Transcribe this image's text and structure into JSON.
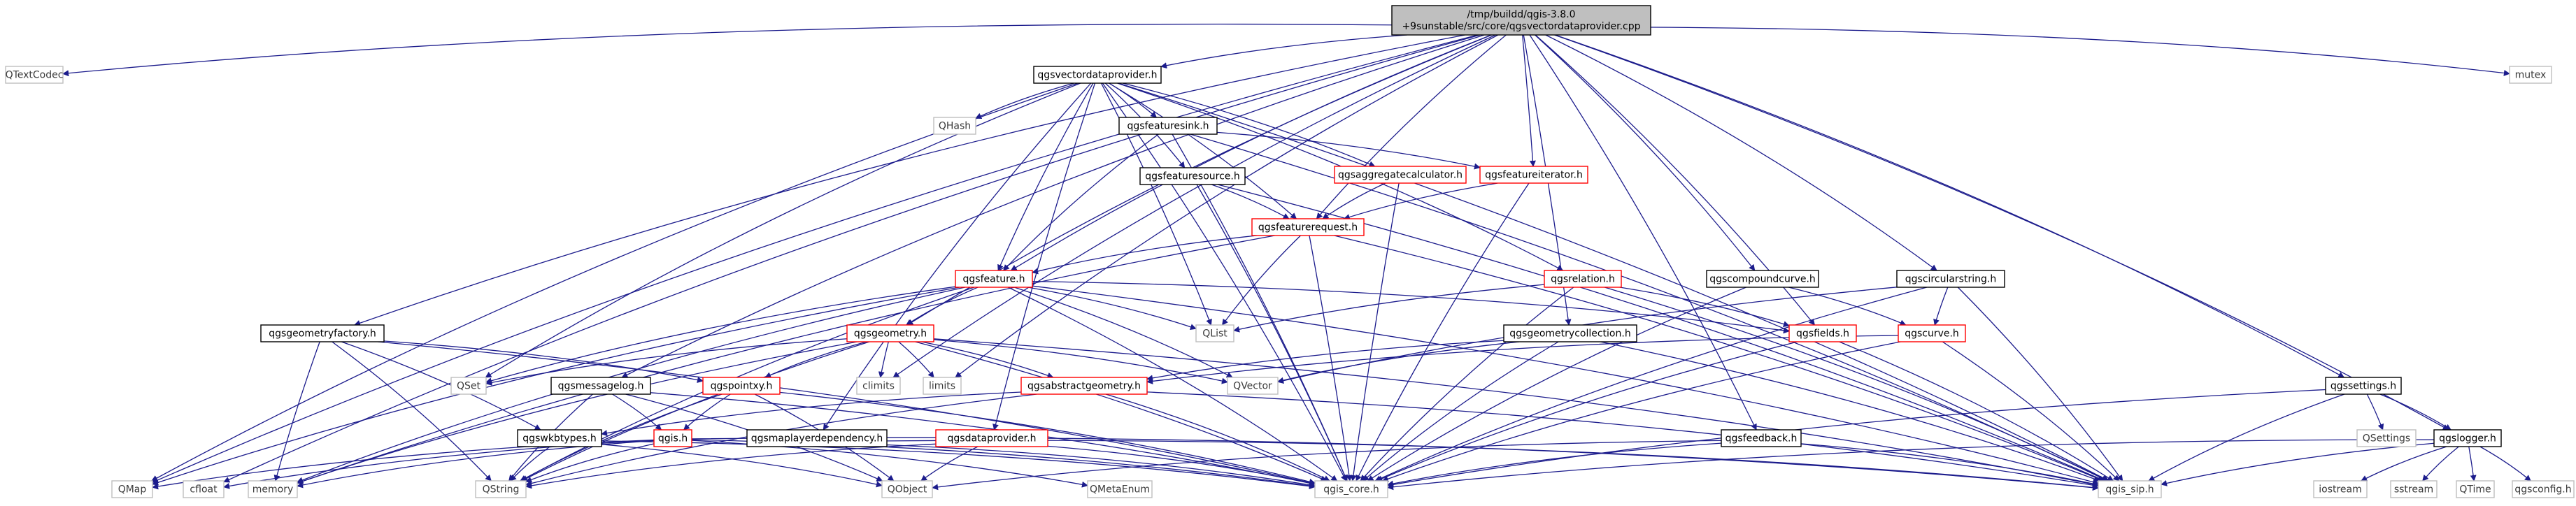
{
  "diagram": {
    "nodes": [
      {
        "id": "root",
        "lines": [
          "/tmp/buildd/qgis-3.8.0",
          "+9sunstable/src/core/qgsvectordataprovider.cpp"
        ],
        "style": "root"
      },
      {
        "id": "qtextcodec",
        "lines": [
          "QTextCodec"
        ],
        "style": "plain"
      },
      {
        "id": "mutex",
        "lines": [
          "mutex"
        ],
        "style": "plain"
      },
      {
        "id": "qgsvectordataprovider",
        "lines": [
          "qgsvectordataprovider.h"
        ],
        "style": "black"
      },
      {
        "id": "qhash",
        "lines": [
          "QHash"
        ],
        "style": "plain"
      },
      {
        "id": "qgsfeaturesink",
        "lines": [
          "qgsfeaturesink.h"
        ],
        "style": "black"
      },
      {
        "id": "qgsaggregatecalculator",
        "lines": [
          "qgsaggregatecalculator.h"
        ],
        "style": "red"
      },
      {
        "id": "qgsfeatureiterator",
        "lines": [
          "qgsfeatureiterator.h"
        ],
        "style": "red"
      },
      {
        "id": "qgsfeaturesource",
        "lines": [
          "qgsfeaturesource.h"
        ],
        "style": "black"
      },
      {
        "id": "qgsfeaturerequest",
        "lines": [
          "qgsfeaturerequest.h"
        ],
        "style": "red"
      },
      {
        "id": "qgsfeature",
        "lines": [
          "qgsfeature.h"
        ],
        "style": "red"
      },
      {
        "id": "qgsrelation",
        "lines": [
          "qgsrelation.h"
        ],
        "style": "red"
      },
      {
        "id": "qgscompoundcurve",
        "lines": [
          "qgscompoundcurve.h"
        ],
        "style": "black"
      },
      {
        "id": "qgscircularstring",
        "lines": [
          "qgscircularstring.h"
        ],
        "style": "black"
      },
      {
        "id": "qlist",
        "lines": [
          "QList"
        ],
        "style": "plain"
      },
      {
        "id": "qgsfields",
        "lines": [
          "qgsfields.h"
        ],
        "style": "red"
      },
      {
        "id": "qgscurve",
        "lines": [
          "qgscurve.h"
        ],
        "style": "red"
      },
      {
        "id": "qgsgeometryfactory",
        "lines": [
          "qgsgeometryfactory.h"
        ],
        "style": "black"
      },
      {
        "id": "qgsgeometry",
        "lines": [
          "qgsgeometry.h"
        ],
        "style": "red"
      },
      {
        "id": "qgsgeometrycollection",
        "lines": [
          "qgsgeometrycollection.h"
        ],
        "style": "black"
      },
      {
        "id": "qset",
        "lines": [
          "QSet"
        ],
        "style": "plain"
      },
      {
        "id": "qgsmessagelog",
        "lines": [
          "qgsmessagelog.h"
        ],
        "style": "black"
      },
      {
        "id": "qgspointxy",
        "lines": [
          "qgspointxy.h"
        ],
        "style": "red"
      },
      {
        "id": "climits",
        "lines": [
          "climits"
        ],
        "style": "plain"
      },
      {
        "id": "limits",
        "lines": [
          "limits"
        ],
        "style": "plain"
      },
      {
        "id": "qgsabstractgeometry",
        "lines": [
          "qgsabstractgeometry.h"
        ],
        "style": "red"
      },
      {
        "id": "qvector",
        "lines": [
          "QVector"
        ],
        "style": "plain"
      },
      {
        "id": "qgssettings",
        "lines": [
          "qgssettings.h"
        ],
        "style": "black"
      },
      {
        "id": "qgswkbtypes",
        "lines": [
          "qgswkbtypes.h"
        ],
        "style": "black"
      },
      {
        "id": "qgis",
        "lines": [
          "qgis.h"
        ],
        "style": "red"
      },
      {
        "id": "qgsmaplayerdependency",
        "lines": [
          "qgsmaplayerdependency.h"
        ],
        "style": "black"
      },
      {
        "id": "qgsdataprovider",
        "lines": [
          "qgsdataprovider.h"
        ],
        "style": "red"
      },
      {
        "id": "qgsfeedback",
        "lines": [
          "qgsfeedback.h"
        ],
        "style": "black"
      },
      {
        "id": "qsettings",
        "lines": [
          "QSettings"
        ],
        "style": "plain"
      },
      {
        "id": "qgslogger",
        "lines": [
          "qgslogger.h"
        ],
        "style": "black"
      },
      {
        "id": "qmap",
        "lines": [
          "QMap"
        ],
        "style": "plain"
      },
      {
        "id": "cfloat",
        "lines": [
          "cfloat"
        ],
        "style": "plain"
      },
      {
        "id": "memory",
        "lines": [
          "memory"
        ],
        "style": "plain"
      },
      {
        "id": "qstring",
        "lines": [
          "QString"
        ],
        "style": "plain"
      },
      {
        "id": "qobject",
        "lines": [
          "QObject"
        ],
        "style": "plain"
      },
      {
        "id": "qmetaenum",
        "lines": [
          "QMetaEnum"
        ],
        "style": "plain"
      },
      {
        "id": "qgis_core",
        "lines": [
          "qgis_core.h"
        ],
        "style": "plain"
      },
      {
        "id": "qgis_sip",
        "lines": [
          "qgis_sip.h"
        ],
        "style": "plain"
      },
      {
        "id": "iostream",
        "lines": [
          "iostream"
        ],
        "style": "plain"
      },
      {
        "id": "sstream",
        "lines": [
          "sstream"
        ],
        "style": "plain"
      },
      {
        "id": "qtime",
        "lines": [
          "QTime"
        ],
        "style": "plain"
      },
      {
        "id": "qgsconfig",
        "lines": [
          "qgsconfig.h"
        ],
        "style": "plain"
      }
    ],
    "edges": [
      [
        "root",
        "qtextcodec"
      ],
      [
        "root",
        "mutex"
      ],
      [
        "root",
        "qgsvectordataprovider"
      ],
      [
        "root",
        "qmap"
      ],
      [
        "root",
        "cfloat"
      ],
      [
        "root",
        "qgsgeometryfactory"
      ],
      [
        "root",
        "qgsmessagelog"
      ],
      [
        "root",
        "qgsgeometry"
      ],
      [
        "root",
        "qgsfeature"
      ],
      [
        "root",
        "climits"
      ],
      [
        "root",
        "limits"
      ],
      [
        "root",
        "qgsfeatureiterator"
      ],
      [
        "root",
        "qgsfeaturerequest"
      ],
      [
        "root",
        "qgsgeometrycollection"
      ],
      [
        "root",
        "qgscompoundcurve"
      ],
      [
        "root",
        "qgscircularstring"
      ],
      [
        "root",
        "qgsfields"
      ],
      [
        "root",
        "qgsfeedback"
      ],
      [
        "root",
        "qgssettings"
      ],
      [
        "root",
        "qgslogger"
      ],
      [
        "qgsvectordataprovider",
        "qhash"
      ],
      [
        "qgsvectordataprovider",
        "qgsfeaturesink"
      ],
      [
        "qgsvectordataprovider",
        "qgsaggregatecalculator"
      ],
      [
        "qgsvectordataprovider",
        "qgsfeaturesource"
      ],
      [
        "qgsvectordataprovider",
        "qgsfeaturerequest"
      ],
      [
        "qgsvectordataprovider",
        "qgsrelation"
      ],
      [
        "qgsvectordataprovider",
        "qgsfeature"
      ],
      [
        "qgsvectordataprovider",
        "qlist"
      ],
      [
        "qgsvectordataprovider",
        "qset"
      ],
      [
        "qgsvectordataprovider",
        "qmap"
      ],
      [
        "qgsvectordataprovider",
        "qgsmaplayerdependency"
      ],
      [
        "qgsvectordataprovider",
        "qgsdataprovider"
      ],
      [
        "qgsvectordataprovider",
        "qgis_core"
      ],
      [
        "qgsvectordataprovider",
        "qgis_sip"
      ],
      [
        "qgsfeaturesink",
        "qgsfeature"
      ],
      [
        "qgsfeaturesink",
        "qgsfeatureiterator"
      ],
      [
        "qgsfeaturesink",
        "qgis_core"
      ],
      [
        "qgsfeaturesink",
        "qgis_sip"
      ],
      [
        "qgsaggregatecalculator",
        "qgsfeaturerequest"
      ],
      [
        "qgsaggregatecalculator",
        "qgis_core"
      ],
      [
        "qgsfeatureiterator",
        "qgsfeaturerequest"
      ],
      [
        "qgsfeatureiterator",
        "qgis_core"
      ],
      [
        "qgsfeaturesource",
        "qgsfeaturerequest"
      ],
      [
        "qgsfeaturesource",
        "qgis_core"
      ],
      [
        "qgsfeaturesource",
        "qgis_sip"
      ],
      [
        "qgsfeaturerequest",
        "qgsfeature"
      ],
      [
        "qgsfeaturerequest",
        "qlist"
      ],
      [
        "qgsfeaturerequest",
        "qgis_core"
      ],
      [
        "qgsfeaturerequest",
        "qgis_sip"
      ],
      [
        "qgsfeaturerequest",
        "memory"
      ],
      [
        "qgsfeature",
        "qgsgeometry"
      ],
      [
        "qgsfeature",
        "qgsfields"
      ],
      [
        "qgsfeature",
        "qlist"
      ],
      [
        "qgsfeature",
        "qvector"
      ],
      [
        "qgsfeature",
        "qmap"
      ],
      [
        "qgsfeature",
        "memory"
      ],
      [
        "qgsfeature",
        "qstring"
      ],
      [
        "qgsfeature",
        "qset"
      ],
      [
        "qgsfeature",
        "qgis_core"
      ],
      [
        "qgsfeature",
        "qgis_sip"
      ],
      [
        "qgsrelation",
        "qgsfields"
      ],
      [
        "qgsrelation",
        "qlist"
      ],
      [
        "qgsrelation",
        "qgis_core"
      ],
      [
        "qgsrelation",
        "qgis_sip"
      ],
      [
        "qgscompoundcurve",
        "qgscurve"
      ],
      [
        "qgscompoundcurve",
        "qgis_core"
      ],
      [
        "qgscircularstring",
        "qgscurve"
      ],
      [
        "qgscircularstring",
        "qgis_core"
      ],
      [
        "qgscircularstring",
        "qgis_sip"
      ],
      [
        "qgscircularstring",
        "qvector"
      ],
      [
        "qgsfields",
        "qgis_core"
      ],
      [
        "qgsfields",
        "qgis_sip"
      ],
      [
        "qgscurve",
        "qgsabstractgeometry"
      ],
      [
        "qgscurve",
        "qgis_core"
      ],
      [
        "qgscurve",
        "qgis_sip"
      ],
      [
        "qgsgeometryfactory",
        "memory"
      ],
      [
        "qgsgeometryfactory",
        "qstring"
      ],
      [
        "qgsgeometryfactory",
        "qgspointxy"
      ],
      [
        "qgsgeometryfactory",
        "qgis_core"
      ],
      [
        "qgsgeometryfactory",
        "qgswkbtypes"
      ],
      [
        "qgsgeometry",
        "qset"
      ],
      [
        "qgsgeometry",
        "qgspointxy"
      ],
      [
        "qgsgeometry",
        "climits"
      ],
      [
        "qgsgeometry",
        "limits"
      ],
      [
        "qgsgeometry",
        "qgsabstractgeometry"
      ],
      [
        "qgsgeometry",
        "qvector"
      ],
      [
        "qgsgeometry",
        "qstring"
      ],
      [
        "qgsgeometry",
        "memory"
      ],
      [
        "qgsgeometry",
        "qgis_core"
      ],
      [
        "qgsgeometry",
        "qgis_sip"
      ],
      [
        "qgsgeometrycollection",
        "qgsabstractgeometry"
      ],
      [
        "qgsgeometrycollection",
        "qvector"
      ],
      [
        "qgsgeometrycollection",
        "qgis_core"
      ],
      [
        "qgsgeometrycollection",
        "qgis_sip"
      ],
      [
        "qgsmessagelog",
        "qgis"
      ],
      [
        "qgsmessagelog",
        "qstring"
      ],
      [
        "qgsmessagelog",
        "qobject"
      ],
      [
        "qgsmessagelog",
        "qgis_core"
      ],
      [
        "qgspointxy",
        "qgis"
      ],
      [
        "qgspointxy",
        "qgis_core"
      ],
      [
        "qgspointxy",
        "qstring"
      ],
      [
        "qgspointxy",
        "qobject"
      ],
      [
        "qgsabstractgeometry",
        "qgswkbtypes"
      ],
      [
        "qgsabstractgeometry",
        "qstring"
      ],
      [
        "qgsabstractgeometry",
        "qgis_core"
      ],
      [
        "qgsabstractgeometry",
        "qgis_sip"
      ],
      [
        "qgssettings",
        "qsettings"
      ],
      [
        "qgssettings",
        "qgis_core"
      ],
      [
        "qgssettings",
        "qgis_sip"
      ],
      [
        "qgssettings",
        "qgslogger"
      ],
      [
        "qgswkbtypes",
        "qstring"
      ],
      [
        "qgswkbtypes",
        "qobject"
      ],
      [
        "qgswkbtypes",
        "qgis_core"
      ],
      [
        "qgis",
        "memory"
      ],
      [
        "qgis",
        "cfloat"
      ],
      [
        "qgis",
        "qstring"
      ],
      [
        "qgis",
        "qmetaenum"
      ],
      [
        "qgis",
        "qgis_core"
      ],
      [
        "qgis",
        "qgis_sip"
      ],
      [
        "qgis",
        "qmap"
      ],
      [
        "qgsmaplayerdependency",
        "qgis_core"
      ],
      [
        "qgsmaplayerdependency",
        "qgis_sip"
      ],
      [
        "qgsdataprovider",
        "qobject"
      ],
      [
        "qgsdataprovider",
        "qstring"
      ],
      [
        "qgsdataprovider",
        "qgis_core"
      ],
      [
        "qgsfeedback",
        "qobject"
      ],
      [
        "qgsfeedback",
        "qgis_core"
      ],
      [
        "qgsfeedback",
        "qgis_sip"
      ],
      [
        "qgslogger",
        "iostream"
      ],
      [
        "qgslogger",
        "sstream"
      ],
      [
        "qgslogger",
        "qtime"
      ],
      [
        "qgslogger",
        "qgsconfig"
      ],
      [
        "qgslogger",
        "qgis_core"
      ],
      [
        "qgslogger",
        "qgis_sip"
      ]
    ]
  }
}
